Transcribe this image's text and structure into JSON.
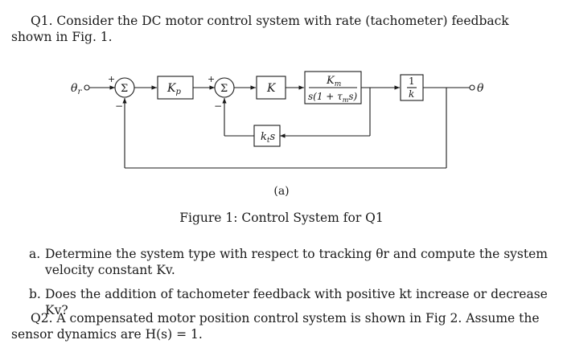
{
  "q1": {
    "text": "Q1. Consider the DC motor control system with rate (tachometer) feedback shown in Fig. 1."
  },
  "figure": {
    "blocks": {
      "kp": "K",
      "kp_sub": "p",
      "k": "K",
      "plant_num": "K",
      "plant_num_sub": "m",
      "plant_den": "s(1 + τ",
      "plant_den_sub": "m",
      "plant_den_tail": "s)",
      "int_num": "1",
      "int_den": "k",
      "tach": "k",
      "tach_sub": "t",
      "tach_tail": "s"
    },
    "sum1": {
      "symbol": "Σ",
      "plus": "+",
      "minus": "−"
    },
    "sum2": {
      "symbol": "Σ",
      "plus": "+",
      "minus": "−"
    },
    "input": "θ",
    "input_sub": "r",
    "output": "θ",
    "subcaption": "(a)",
    "caption": "Figure 1: Control System for Q1"
  },
  "questions": [
    {
      "label": "a.",
      "text": "Determine the system type with respect to tracking θr and compute the system velocity constant Kv."
    },
    {
      "label": "b.",
      "text": "Does the addition of tachometer feedback with positive kt increase or decrease Kv?"
    }
  ],
  "q2": {
    "text": "Q2. A compensated motor position control system is shown in Fig 2. Assume the sensor dynamics are H(s) = 1."
  }
}
